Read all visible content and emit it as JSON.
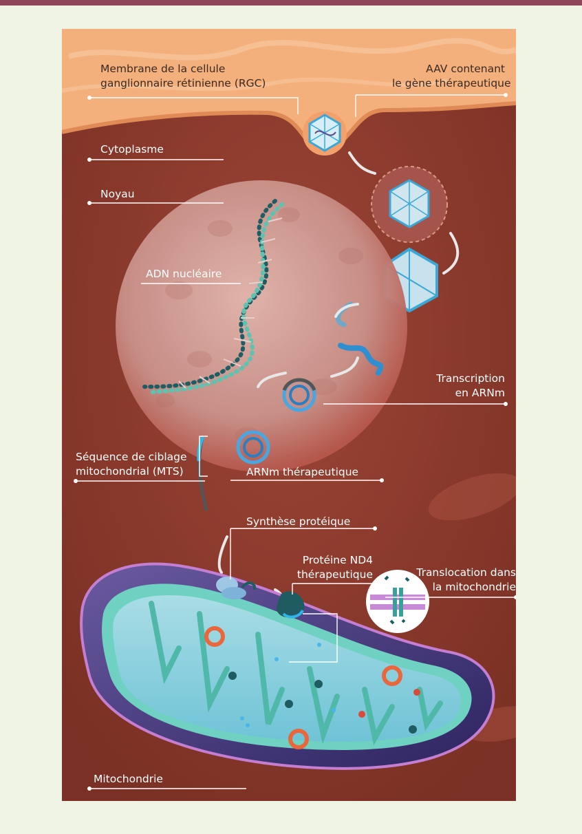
{
  "labels": {
    "membrane": [
      "Membrane de la cellule",
      "ganglionnaire rétinienne (RGC)"
    ],
    "aav": [
      "AAV contenant",
      "le gène thérapeutique"
    ],
    "cytoplasme": "Cytoplasme",
    "noyau": "Noyau",
    "adn": "ADN nucléaire",
    "transcription": [
      "Transcription",
      "en ARNm"
    ],
    "mts": [
      "Séquence de ciblage",
      "mitochondrial (MTS)"
    ],
    "arnm": "ARNm thérapeutique",
    "synthese": "Synthèse protéique",
    "proteine": [
      "Protéine ND4",
      "thérapeutique"
    ],
    "translocation": [
      "Translocation dans",
      "la mitochondrie"
    ],
    "mitochondrie": "Mitochondrie"
  },
  "colors": {
    "page_background": "#eef3e3",
    "top_bar": "#8f4658",
    "membrane": "#f4b07c",
    "cytoplasm": "#8b3a2c",
    "nucleus": "#d8a8a0",
    "dna_dark": "#1f5d63",
    "dna_light": "#5cc3b0",
    "aav_capsid": "#3aa7d6",
    "mito_outer": "#4a3a7a",
    "mito_inner": "#7fd1c2",
    "ring": "#e9673a"
  },
  "icons": [
    "aav-capsid-icon",
    "dna-helix-icon",
    "plasmid-ring-icon",
    "ribosome-icon",
    "protein-icon",
    "membrane-channel-icon"
  ]
}
